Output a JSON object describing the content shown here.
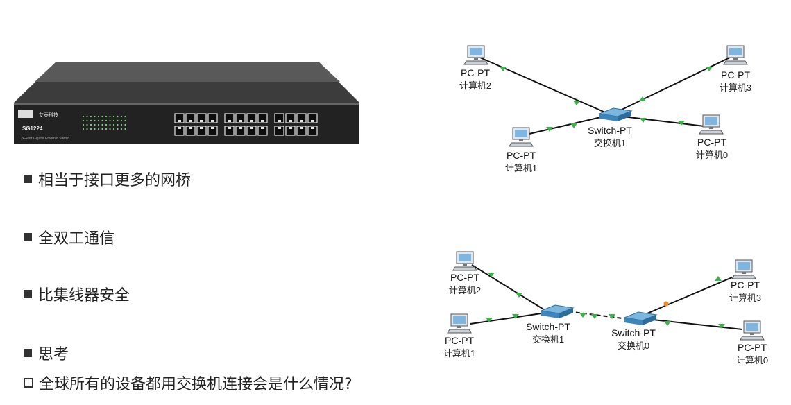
{
  "hardware": {
    "brand": "艾泰科技",
    "model": "SG1224",
    "subtitle": "24-Port Gigabit Ethernet Switch"
  },
  "bullets": [
    {
      "marker": "filled",
      "text": "相当于接口更多的网桥"
    },
    {
      "marker": "filled",
      "text": "全双工通信"
    },
    {
      "marker": "filled",
      "text": "比集线器安全"
    },
    {
      "marker": "filled",
      "text": "思考"
    },
    {
      "marker": "hollow",
      "text": "全球所有的设备都用交换机连接会是什么情况?"
    }
  ],
  "topology_top": {
    "switch": {
      "type": "Switch-PT",
      "name": "交换机1"
    },
    "pcs": [
      {
        "type": "PC-PT",
        "name": "计算机2"
      },
      {
        "type": "PC-PT",
        "name": "计算机3"
      },
      {
        "type": "PC-PT",
        "name": "计算机1"
      },
      {
        "type": "PC-PT",
        "name": "计算机0"
      }
    ]
  },
  "topology_bottom": {
    "switches": [
      {
        "type": "Switch-PT",
        "name": "交换机1"
      },
      {
        "type": "Switch-PT",
        "name": "交换机0"
      }
    ],
    "pcs": [
      {
        "type": "PC-PT",
        "name": "计算机2"
      },
      {
        "type": "PC-PT",
        "name": "计算机1"
      },
      {
        "type": "PC-PT",
        "name": "计算机3"
      },
      {
        "type": "PC-PT",
        "name": "计算机0"
      }
    ]
  },
  "colors": {
    "link": "#111111",
    "link_up": "#3cb34a",
    "link_pending": "#f08a24",
    "switch": "#4d96c8",
    "pc_screen": "#7fb6e0"
  }
}
